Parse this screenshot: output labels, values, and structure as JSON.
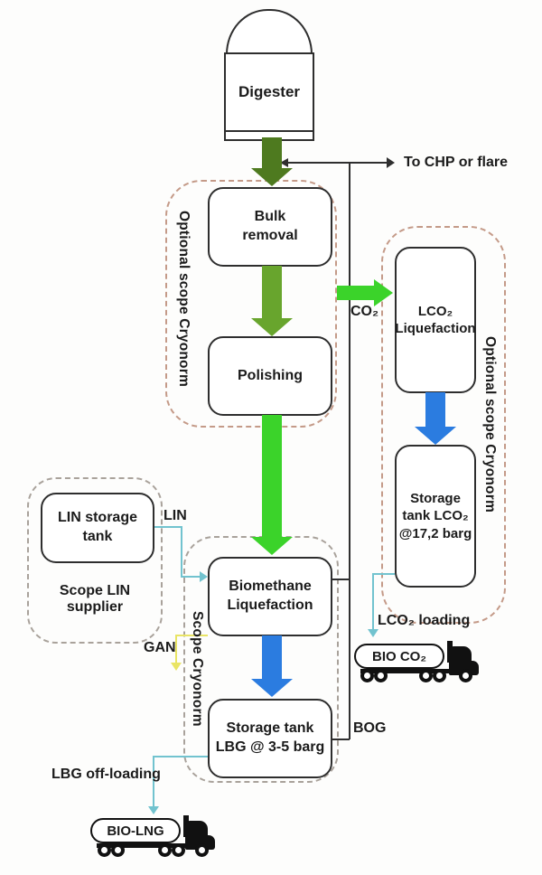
{
  "nodes": {
    "digester": {
      "label": "Digester"
    },
    "bulk_removal": {
      "label": "Bulk\nremoval"
    },
    "polishing": {
      "label": "Polishing"
    },
    "biomethane_liquefaction": {
      "label": "Biomethane\nLiquefaction"
    },
    "lbg_storage": {
      "label": "Storage tank\nLBG @ 3-5 barg"
    },
    "lco2_liquefaction": {
      "label": "LCO₂\nLiquefaction"
    },
    "lco2_storage": {
      "label": "Storage\ntank LCO₂\n@17,2 barg"
    },
    "lin_storage": {
      "label": "LIN storage\ntank"
    }
  },
  "scopes": {
    "left_optional": {
      "label": "Optional scope Cryonorm"
    },
    "right_optional": {
      "label": "Optional scope Cryonorm"
    },
    "cryonorm": {
      "label": "Scope Cryonorm"
    },
    "lin_supplier": {
      "label": "Scope LIN\nsupplier"
    }
  },
  "flow_labels": {
    "to_chp": "To CHP or flare",
    "co2": "CO₂",
    "lin": "LIN",
    "gan": "GAN",
    "bog": "BOG",
    "lco2_loading": "LCO₂ loading",
    "lbg_offloading": "LBG off-loading"
  },
  "trucks": {
    "bio_co2": {
      "label": "BIO CO₂"
    },
    "bio_lng": {
      "label": "BIO-LNG"
    }
  },
  "colors": {
    "raw_biogas_arrow": "#4e7a1f",
    "clean_biogas_arrow": "#68a52d",
    "biomethane_arrow": "#3bd32a",
    "liquid_arrow": "#2b7ce0",
    "utility_line": "#72c3cf",
    "gan_line": "#e9e465",
    "scope_dash_optional": "#c49a88",
    "scope_dash_gray": "#a9a29b",
    "line_black": "#2f2f2f"
  }
}
